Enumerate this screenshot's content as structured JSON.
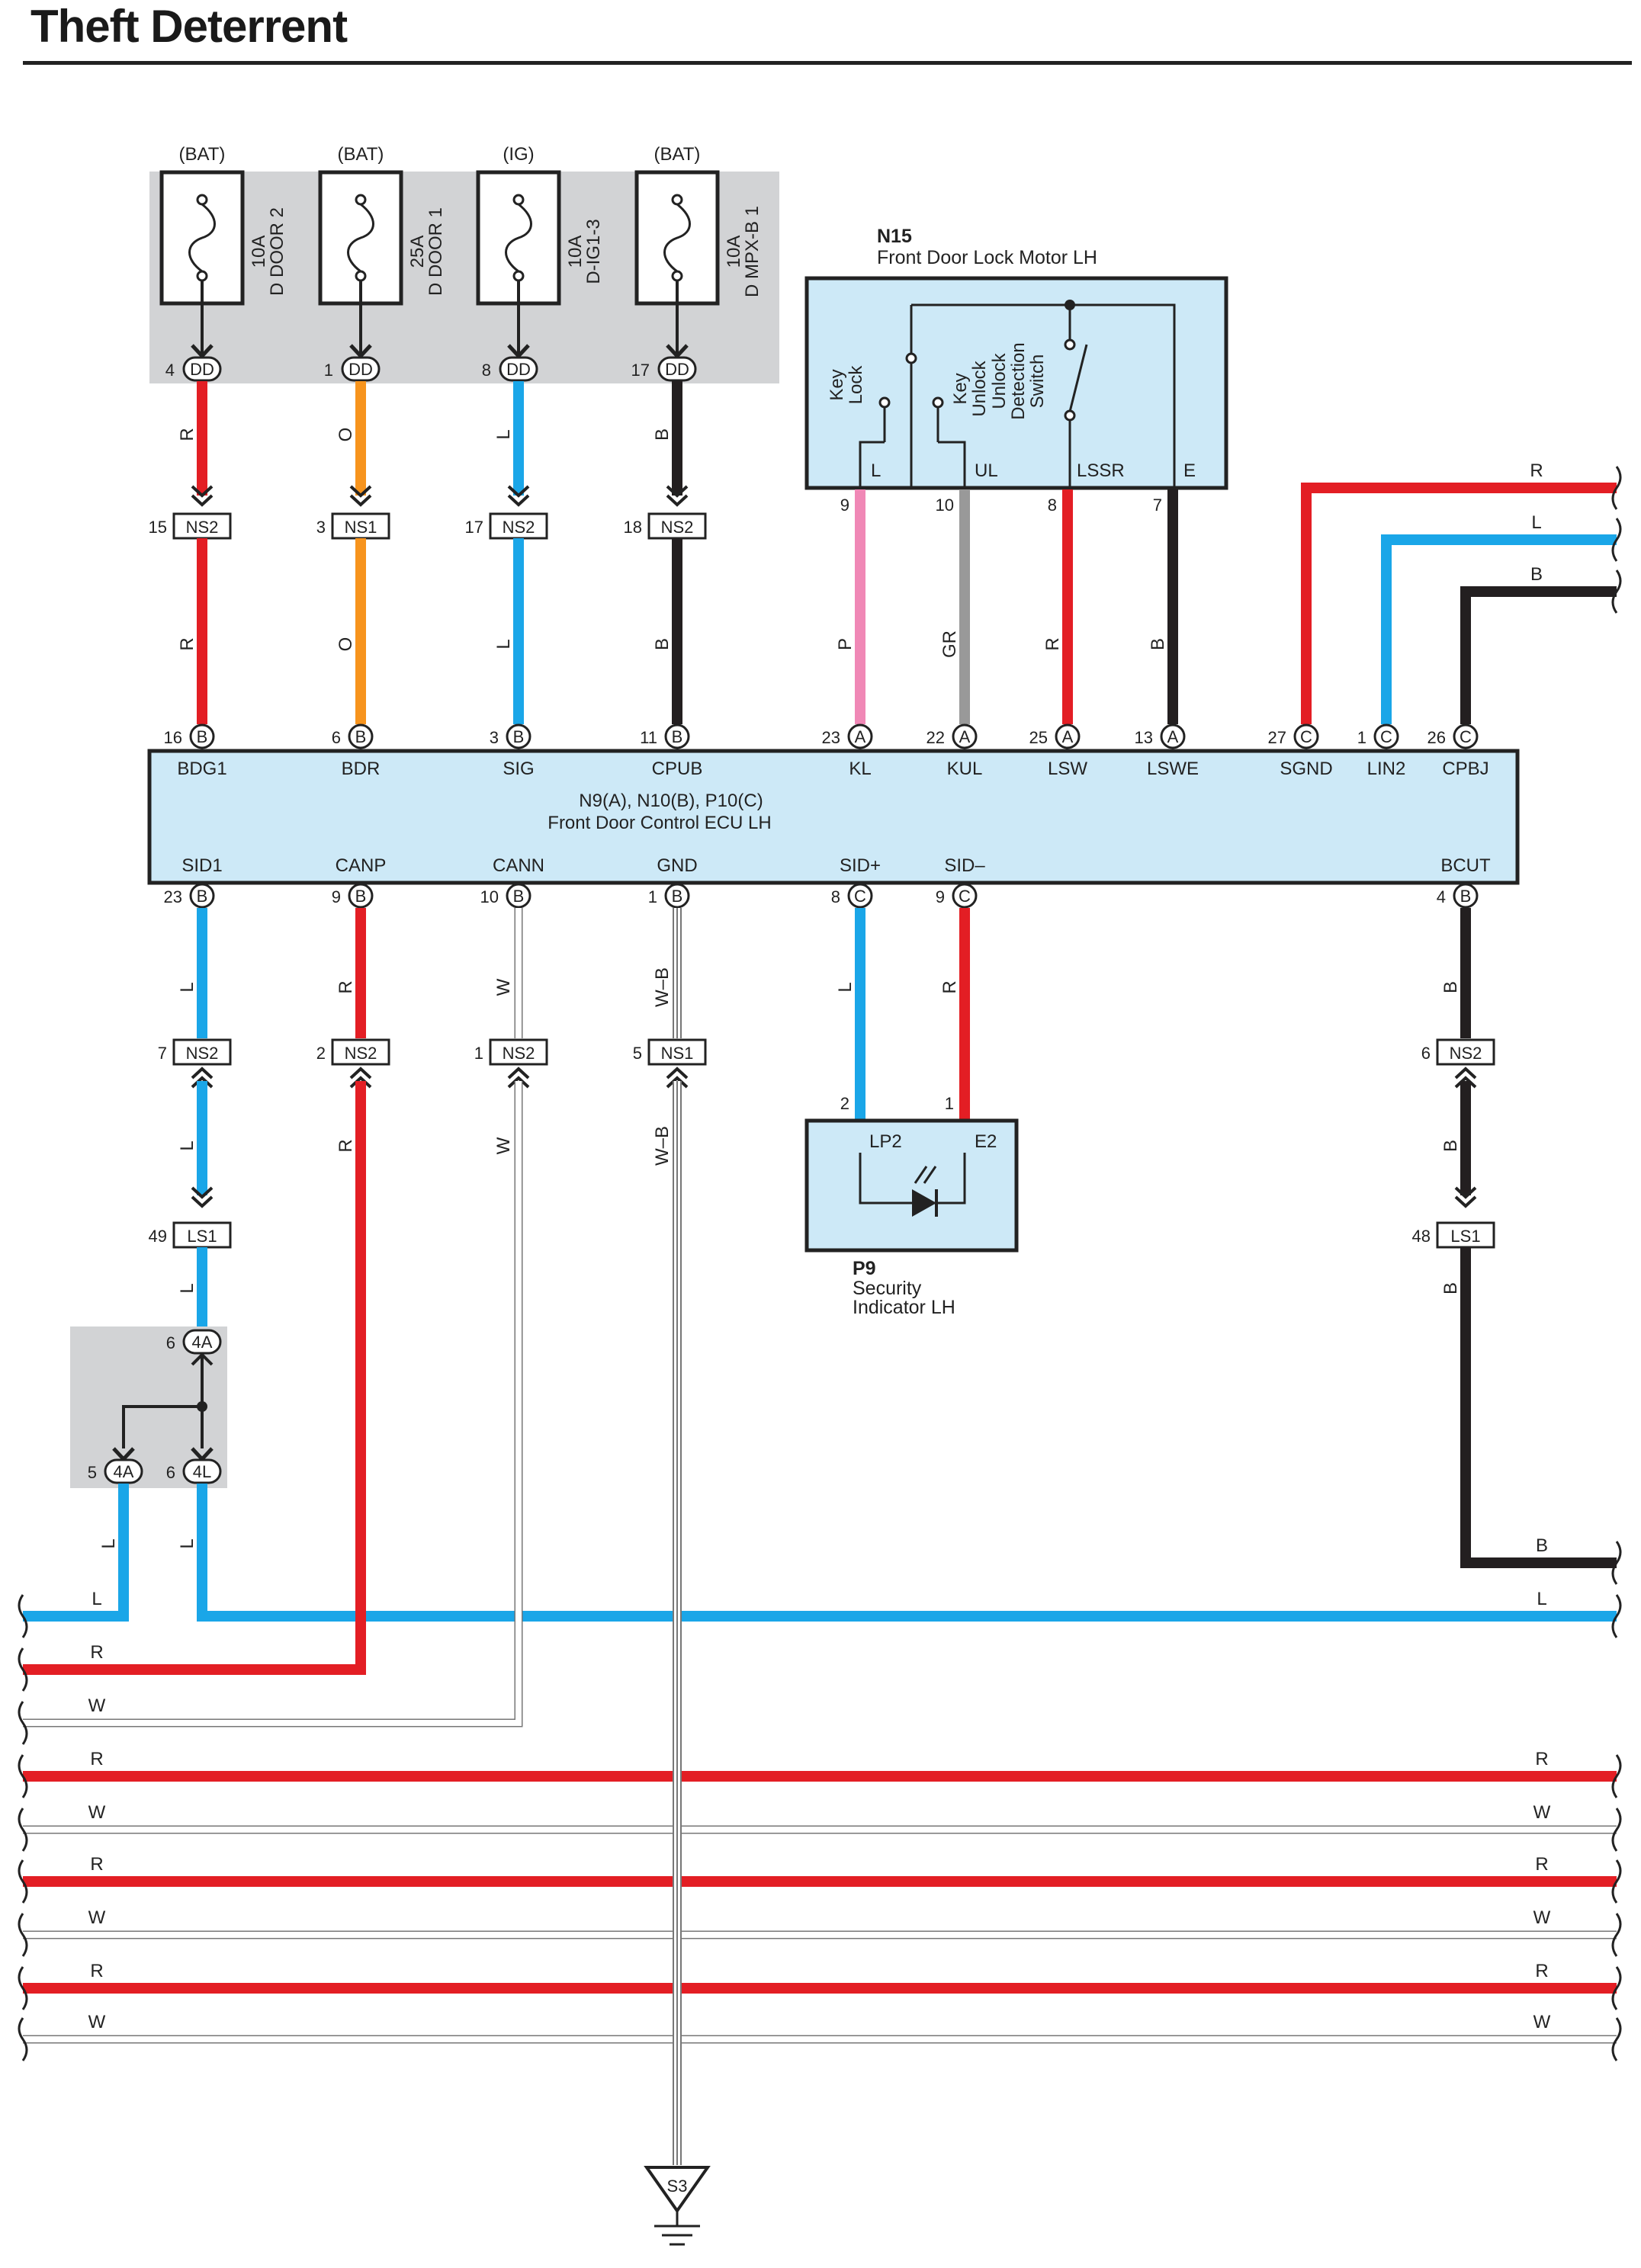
{
  "title": "Theft Deterrent",
  "colors": {
    "R": "#e31e24",
    "O": "#f7941d",
    "L": "#1aa6e8",
    "B": "#231f20",
    "P": "#f088b6",
    "GR": "#999999",
    "W": "#ffffff",
    "box": "#cde9f7",
    "gray": "#d2d3d5"
  },
  "fuses": [
    {
      "source": "(BAT)",
      "rating": "10A",
      "name": "D DOOR 2",
      "pin": "4",
      "conn": "DD",
      "wire": "R",
      "ns_pin": "15",
      "ns": "NS2",
      "ecu_wire": "R",
      "ecu_pin": "16",
      "ecu_conn": "B",
      "ecu_term": "BDG1"
    },
    {
      "source": "(BAT)",
      "rating": "25A",
      "name": "D DOOR 1",
      "pin": "1",
      "conn": "DD",
      "wire": "O",
      "ns_pin": "3",
      "ns": "NS1",
      "ecu_wire": "O",
      "ecu_pin": "6",
      "ecu_conn": "B",
      "ecu_term": "BDR"
    },
    {
      "source": "(IG)",
      "rating": "10A",
      "name": "D-IG1-3",
      "pin": "8",
      "conn": "DD",
      "wire": "L",
      "ns_pin": "17",
      "ns": "NS2",
      "ecu_wire": "L",
      "ecu_pin": "3",
      "ecu_conn": "B",
      "ecu_term": "SIG"
    },
    {
      "source": "(BAT)",
      "rating": "10A",
      "name": "D MPX-B 1",
      "pin": "17",
      "conn": "DD",
      "wire": "B",
      "ns_pin": "18",
      "ns": "NS2",
      "ecu_wire": "B",
      "ecu_pin": "11",
      "ecu_conn": "B",
      "ecu_term": "CPUB"
    }
  ],
  "motor": {
    "id": "N15",
    "name": "Front Door Lock Motor LH",
    "labels": [
      "Key Lock",
      "Key Unlock",
      "Unlock Detection Switch"
    ],
    "terminals": [
      {
        "term": "L",
        "pin": "9",
        "wire": "P",
        "ecu_pin": "23",
        "ecu_conn": "A",
        "ecu_term": "KL"
      },
      {
        "term": "UL",
        "pin": "10",
        "wire": "GR",
        "ecu_pin": "22",
        "ecu_conn": "A",
        "ecu_term": "KUL"
      },
      {
        "term": "LSSR",
        "pin": "8",
        "wire": "R",
        "ecu_pin": "25",
        "ecu_conn": "A",
        "ecu_term": "LSW"
      },
      {
        "term": "E",
        "pin": "7",
        "wire": "B",
        "ecu_pin": "13",
        "ecu_conn": "A",
        "ecu_term": "LSWE"
      }
    ]
  },
  "ecu": {
    "name": "N9(A), N10(B), P10(C)",
    "subname": "Front Door Control ECU LH",
    "top_right": [
      {
        "pin": "27",
        "conn": "C",
        "term": "SGND",
        "wire": "R"
      },
      {
        "pin": "1",
        "conn": "C",
        "term": "LIN2",
        "wire": "L"
      },
      {
        "pin": "26",
        "conn": "C",
        "term": "CPBJ",
        "wire": "B"
      }
    ],
    "bottom": [
      {
        "term": "SID1",
        "pin": "23",
        "conn": "B",
        "wire": "L"
      },
      {
        "term": "CANP",
        "pin": "9",
        "conn": "B",
        "wire": "R"
      },
      {
        "term": "CANN",
        "pin": "10",
        "conn": "B",
        "wire": "W"
      },
      {
        "term": "GND",
        "pin": "1",
        "conn": "B",
        "wire": "W–B"
      },
      {
        "term": "SID+",
        "pin": "8",
        "conn": "C",
        "wire": "L"
      },
      {
        "term": "SID–",
        "pin": "9",
        "conn": "C",
        "wire": "R"
      },
      {
        "term": "BCUT",
        "pin": "4",
        "conn": "B",
        "wire": "B"
      }
    ]
  },
  "lower_ns": [
    {
      "pin": "7",
      "name": "NS2",
      "wire": "L"
    },
    {
      "pin": "2",
      "name": "NS2",
      "wire": "R"
    },
    {
      "pin": "1",
      "name": "NS2",
      "wire": "W"
    },
    {
      "pin": "5",
      "name": "NS1",
      "wire": "W–B"
    },
    {
      "pin": "6",
      "name": "NS2",
      "wire": "B"
    }
  ],
  "ls1": [
    {
      "pin": "49",
      "name": "LS1",
      "wire": "L"
    },
    {
      "pin": "48",
      "name": "LS1",
      "wire": "B"
    }
  ],
  "junction": {
    "top_pin": "6",
    "top_conn": "4A",
    "left_pin": "5",
    "left_conn": "4A",
    "right_pin": "6",
    "right_conn": "4L",
    "left_wire": "L",
    "right_wire": "L"
  },
  "indicator": {
    "id": "P9",
    "name_line1": "Security",
    "name_line2": "Indicator LH",
    "t1": "LP2",
    "t2": "E2",
    "p1": "2",
    "p2": "1"
  },
  "ground": "S3",
  "bus_left": [
    "L",
    "R",
    "W",
    "R",
    "W",
    "R",
    "W",
    "R",
    "W"
  ],
  "bus_right": [
    "B",
    "L",
    "R",
    "W",
    "R",
    "W",
    "R",
    "W"
  ],
  "right_top_wires": [
    "R",
    "L",
    "B"
  ]
}
